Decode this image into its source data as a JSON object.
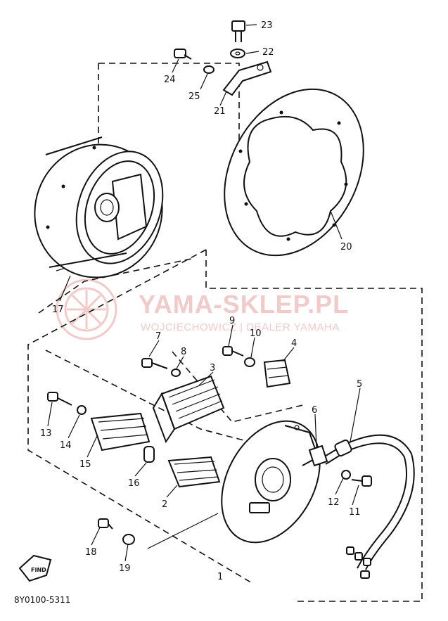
{
  "diagram": {
    "callouts": [
      {
        "id": "1",
        "text": "1"
      },
      {
        "id": "2",
        "text": "2"
      },
      {
        "id": "3",
        "text": "3"
      },
      {
        "id": "4",
        "text": "4"
      },
      {
        "id": "5",
        "text": "5"
      },
      {
        "id": "6",
        "text": "6"
      },
      {
        "id": "7",
        "text": "7"
      },
      {
        "id": "8",
        "text": "8"
      },
      {
        "id": "9",
        "text": "9"
      },
      {
        "id": "10",
        "text": "10"
      },
      {
        "id": "11",
        "text": "11"
      },
      {
        "id": "12",
        "text": "12"
      },
      {
        "id": "13",
        "text": "13"
      },
      {
        "id": "14",
        "text": "14"
      },
      {
        "id": "15",
        "text": "15"
      },
      {
        "id": "16",
        "text": "16"
      },
      {
        "id": "17",
        "text": "17"
      },
      {
        "id": "18",
        "text": "18"
      },
      {
        "id": "19",
        "text": "19"
      },
      {
        "id": "20",
        "text": "20"
      },
      {
        "id": "21",
        "text": "21"
      },
      {
        "id": "22",
        "text": "22"
      },
      {
        "id": "23",
        "text": "23"
      },
      {
        "id": "24",
        "text": "24"
      },
      {
        "id": "25",
        "text": "25"
      }
    ],
    "find_badge": "FIND",
    "drawing_code": "8Y0100-5311"
  },
  "watermark": {
    "brand": "YAMA-SKLEP.PL",
    "subtitle": "WOJCIECHOWICZ | DEALER YAMAHA",
    "color": "#f3caca"
  }
}
